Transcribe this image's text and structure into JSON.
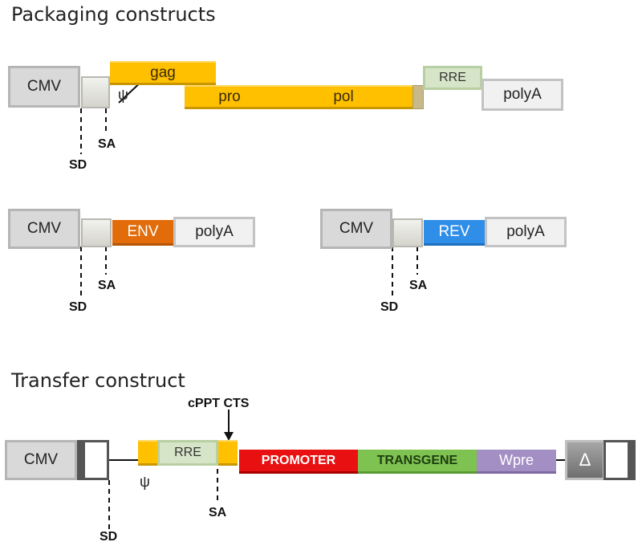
{
  "headings": {
    "packaging": "Packaging constructs",
    "transfer": "Transfer construct"
  },
  "packaging": {
    "cmv": "CMV",
    "gag": "gag",
    "pro": "pro",
    "pol": "pol",
    "rre": "RRE",
    "polyA": "polyA",
    "psi": "ψ",
    "sd": "SD",
    "sa": "SA"
  },
  "env_construct": {
    "cmv": "CMV",
    "env": "ENV",
    "polyA": "polyA",
    "sd": "SD",
    "sa": "SA"
  },
  "rev_construct": {
    "cmv": "CMV",
    "rev": "REV",
    "polyA": "polyA",
    "sd": "SD",
    "sa": "SA"
  },
  "transfer": {
    "cmv": "CMV",
    "rre": "RRE",
    "cppt_cts": "cPPT CTS",
    "promoter": "PROMOTER",
    "transgene": "TRANSGENE",
    "wpre": "Wpre",
    "delta": "Δ",
    "psi": "ψ",
    "sd": "SD",
    "sa": "SA"
  },
  "colors": {
    "gag_pol": "#ffc000",
    "env": "#e26b0a",
    "rev": "#2f8ee8",
    "promoter": "#e81010",
    "transgene": "#7ec251",
    "wpre": "#a38fc4",
    "rre": "#d6e5c8"
  }
}
